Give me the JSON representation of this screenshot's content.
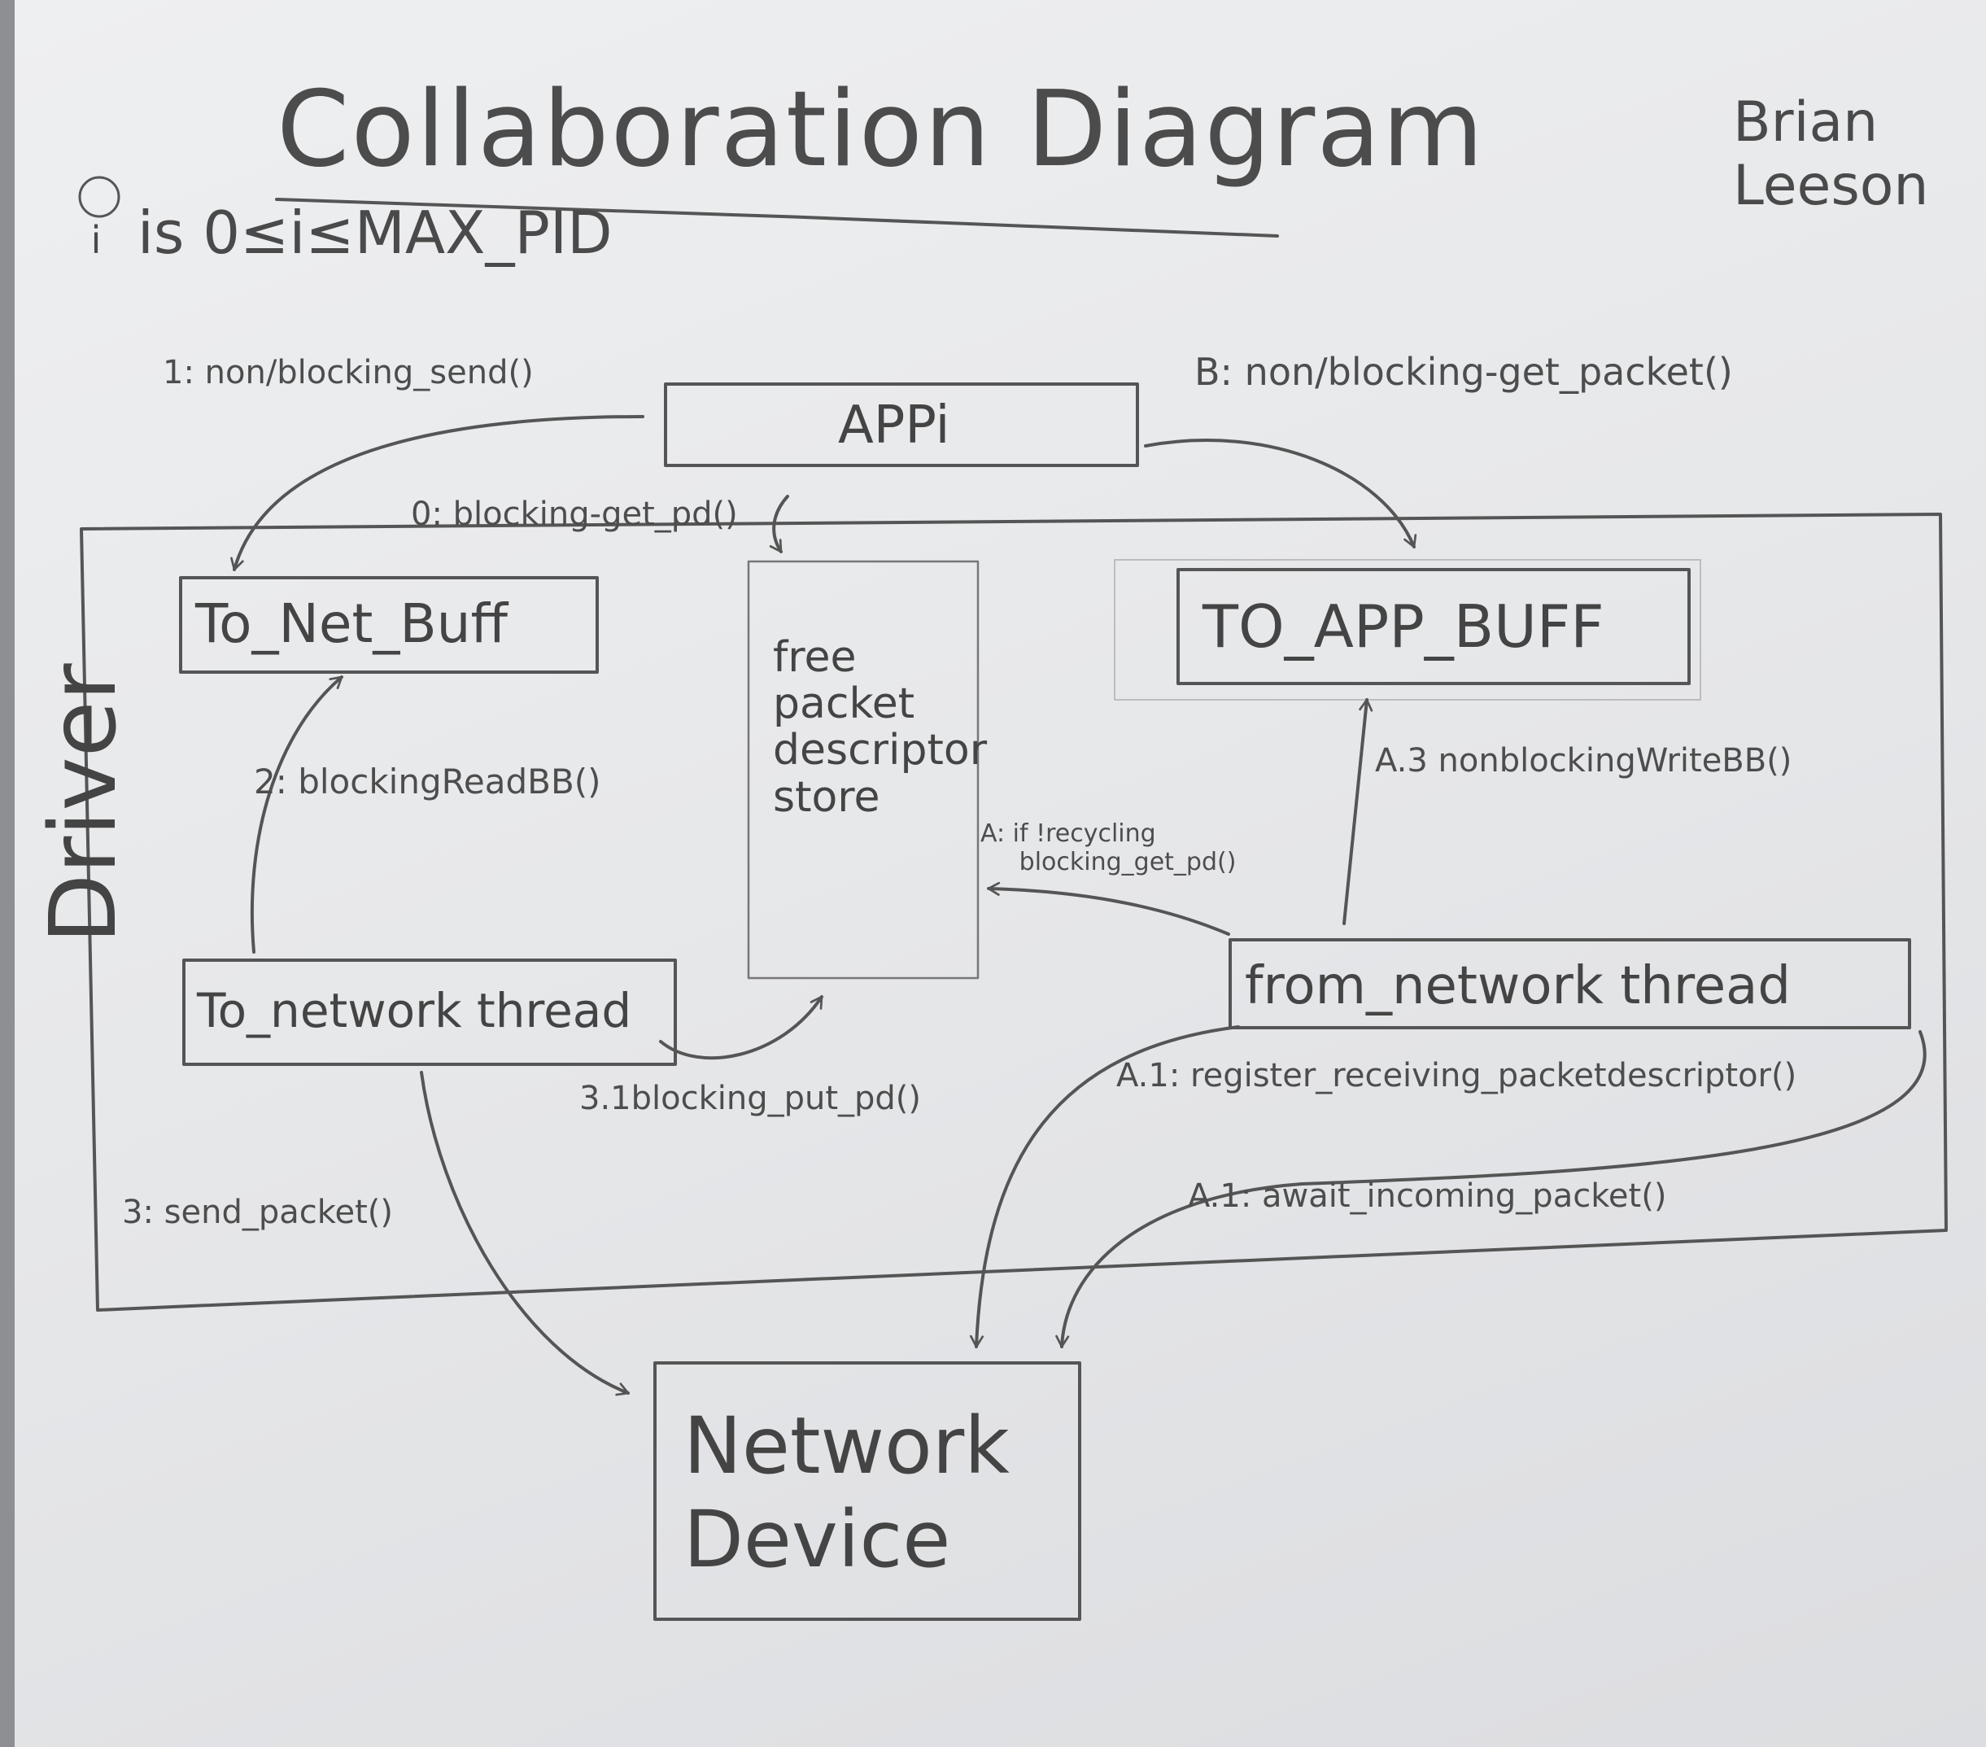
{
  "title": "Collaboration Diagram",
  "author": "Brian\nLeeson",
  "note": {
    "marker": "i",
    "text": "is 0≤i≤MAX_PID"
  },
  "boxes": {
    "app": "APPi",
    "driver": "Driver",
    "to_net_buff": "To_Net_Buff",
    "to_app_buff": "TO_APP_BUFF",
    "free_pd_store": "free\npacket\ndescriptor\nstore",
    "to_network_thread": "To_network thread",
    "from_network_thread": "from_network thread",
    "network_device": "Network\nDevice"
  },
  "messages": {
    "m1": "1: non/blocking_send()",
    "mB": "B: non/blocking-get_packet()",
    "m0": "0: blocking-get_pd()",
    "m2": "2: blockingReadBB()",
    "mA3": "A.3 nonblockingWriteBB()",
    "mA_if": "A: if !recycling\n     blocking_get_pd()",
    "m3_1": "3.1blocking_put_pd()",
    "mA1_reg": "A.1: register_receiving_packetdescriptor()",
    "m3_send": "3: send_packet()",
    "mA1_await": "A.1: await_incoming_packet()"
  }
}
